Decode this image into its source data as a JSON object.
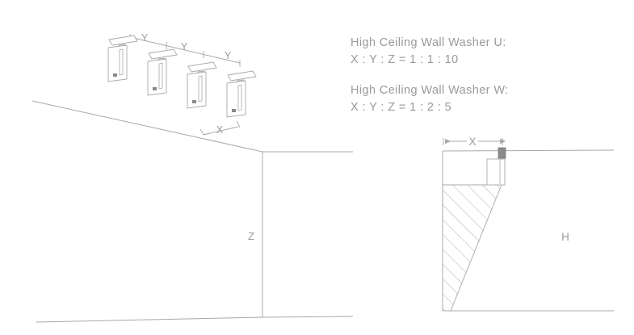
{
  "diagram": {
    "title_hidden": "",
    "line_color": "#a8a8a8",
    "text_color": "#9a9a9a",
    "hatch_color": "#b0b0b0",
    "fixture_fill": "#ffffff",
    "fixture_marker_color": "#8a8a8a",
    "background": "#ffffff"
  },
  "specs": [
    {
      "heading": "High Ceiling Wall Washer U:",
      "ratio": "X : Y : Z = 1 : 1 : 10"
    },
    {
      "heading": "High Ceiling Wall Washer W:",
      "ratio": "X : Y : Z = 1 : 2 : 5"
    }
  ],
  "left_view": {
    "name": "perspective-wall-view",
    "dimension_labels": {
      "spacing": [
        "Y",
        "Y",
        "Y"
      ],
      "offset": "X",
      "height": "Z"
    },
    "fixture_count": 4
  },
  "right_view": {
    "name": "section-view",
    "dimension_labels": {
      "offset": "X",
      "height": "H"
    },
    "fixture_count": 1,
    "beam_region": "hatched-wall-wash-triangle"
  }
}
